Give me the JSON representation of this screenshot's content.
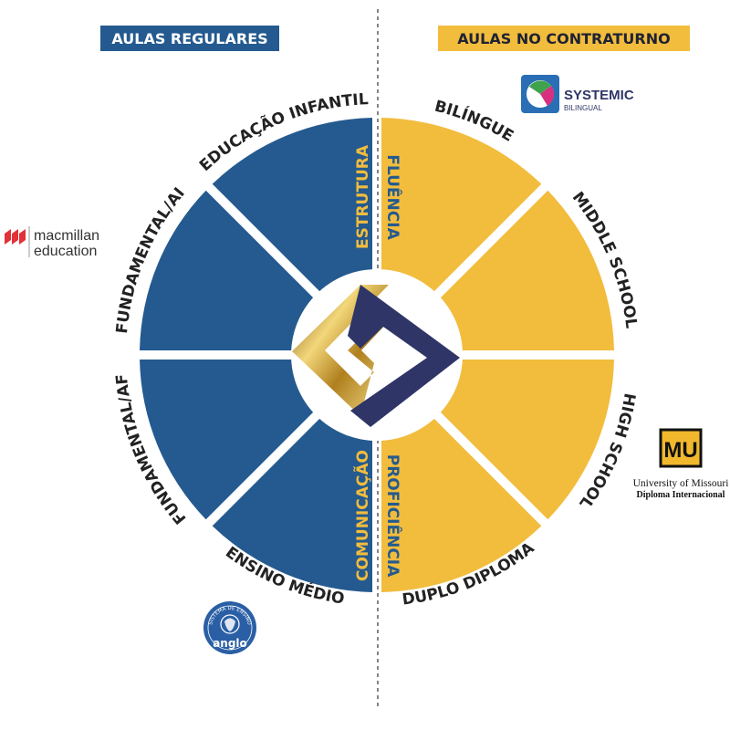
{
  "header": {
    "left_title": "AULAS REGULARES",
    "right_title": "AULAS NO CONTRATURNO"
  },
  "colors": {
    "blue": "#245a8f",
    "yellow": "#f2bc3d",
    "navy": "#2f3566",
    "gold": "#c6972a",
    "label_dark": "#222222"
  },
  "wedges": {
    "left": [
      "EDUCAÇÃO INFANTIL",
      "FUNDAMENTAL/AI",
      "FUNDAMENTAL/AF",
      "ENSINO MÉDIO"
    ],
    "right": [
      "BILÍNGUE",
      "MIDDLE SCHOOL",
      "HIGH SCHOOL",
      "DUPLO DIPLOMA"
    ]
  },
  "inner": {
    "left_top": "ESTRUTURA",
    "right_top": "FLUÊNCIA",
    "left_bottom": "COMUNICAÇÃO",
    "right_bottom": "PROFICIÊNCIA"
  },
  "logos": {
    "systemic": {
      "line1": "SYSTEMIC",
      "line2": "BILINGUAL",
      "icon": "systemic-logo-icon"
    },
    "macmillan": {
      "line1": "macmillan",
      "line2": "education",
      "icon": "macmillan-m-icon"
    },
    "missouri": {
      "mark": "MU",
      "line1": "University of Missouri",
      "line2": "Diploma Internacional",
      "icon": "mu-shield-icon"
    },
    "anglo": {
      "ring_text": "SISTEMA DE ENSINO",
      "word": "anglo",
      "icon": "lion-head-icon"
    }
  }
}
